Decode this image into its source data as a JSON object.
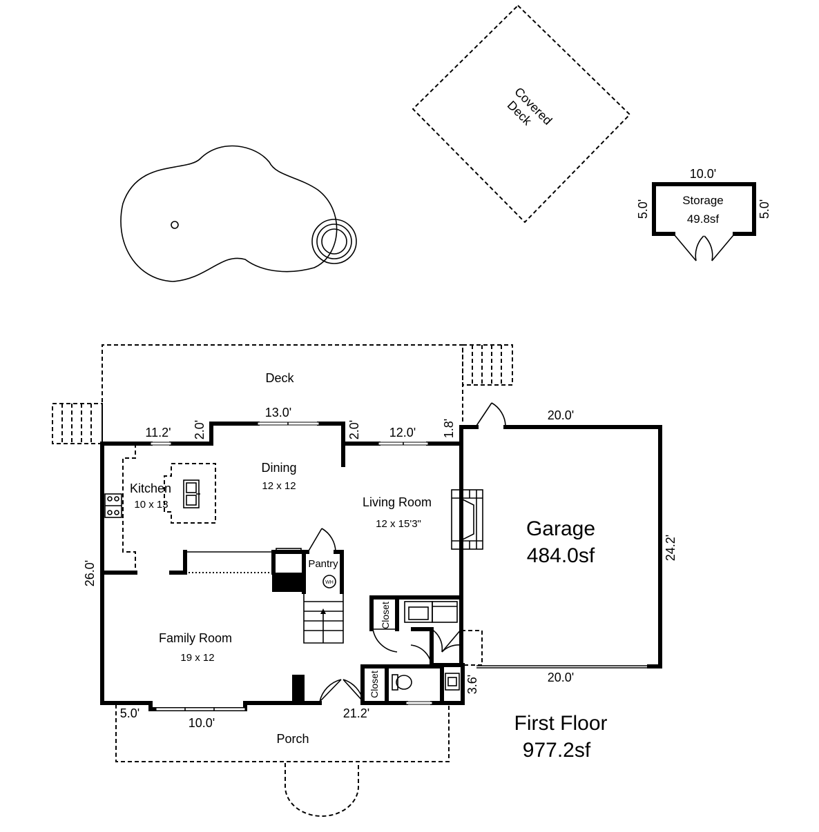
{
  "floor": {
    "name": "First Floor",
    "area": "977.2sf"
  },
  "outdoor": {
    "covered_deck": {
      "line1": "Covered",
      "line2": "Deck"
    },
    "deck": "Deck",
    "porch": "Porch"
  },
  "storage": {
    "name": "Storage",
    "area": "49.8sf",
    "dim_top": "10.0'",
    "dim_left": "5.0'",
    "dim_right": "5.0'"
  },
  "rooms": {
    "kitchen": {
      "name": "Kitchen",
      "size": "10 x 13"
    },
    "dining": {
      "name": "Dining",
      "size": "12 x 12"
    },
    "living": {
      "name": "Living Room",
      "size": "12 x 15'3\""
    },
    "family": {
      "name": "Family Room",
      "size": "19 x 12"
    },
    "pantry": "Pantry",
    "water_heater": "WH",
    "closet_upper": "Closet",
    "closet_lower": "Closet"
  },
  "garage": {
    "name": "Garage",
    "area": "484.0sf",
    "dim_top": "20.0'",
    "dim_bottom": "20.0'",
    "dim_right": "24.2'"
  },
  "dimensions": {
    "top_left": "11.2'",
    "jog_left": "2.0'",
    "dining_top": "13.0'",
    "jog_right": "2.0'",
    "living_top": "12.0'",
    "jog_garage": "1.8'",
    "left_side": "26.0'",
    "bottom_left": "5.0'",
    "bottom_window": "10.0'",
    "bottom_main": "21.2'",
    "bottom_jog": "3.6'"
  }
}
